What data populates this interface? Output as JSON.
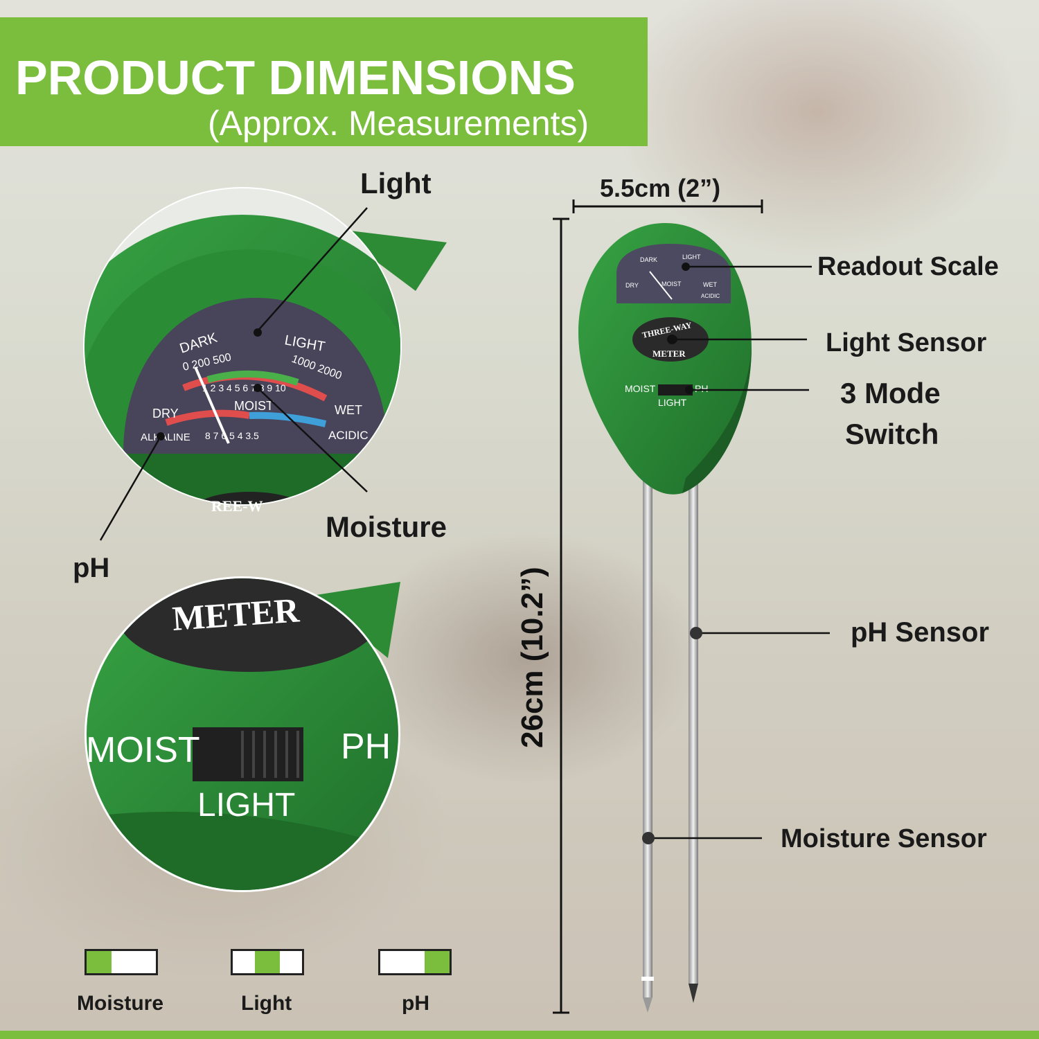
{
  "banner": {
    "title": "PRODUCT DIMENSIONS",
    "subtitle": "(Approx. Measurements)",
    "color": "#7bbd3c"
  },
  "callouts": {
    "light": "Light",
    "moisture": "Moisture",
    "ph": "pH",
    "readout_scale": "Readout Scale",
    "light_sensor": "Light Sensor",
    "mode_switch_line1": "3 Mode",
    "mode_switch_line2": "Switch",
    "ph_sensor": "pH Sensor",
    "moisture_sensor": "Moisture Sensor"
  },
  "dimensions": {
    "width": "5.5cm (2”)",
    "height": "26cm (10.2”)"
  },
  "dial": {
    "dark": "DARK",
    "light": "LIGHT",
    "light_scale": "0 200 500",
    "light_scale_hi": "1000 2000",
    "moist": "MOIST",
    "moist_scale": "1 2 3 4 5 6 7 8 9 10",
    "dry": "DRY",
    "wet": "WET",
    "alkaline": "ALKALINE",
    "acidic": "ACIDIC",
    "ph_scale": "8 7 6 5 4 3.5",
    "brand_fragment": "REE-W"
  },
  "switch_zoom": {
    "meter": "METER",
    "moist": "MOIST",
    "ph": "PH",
    "light": "LIGHT"
  },
  "device": {
    "brand_top": "THREE-WAY",
    "brand_bottom": "METER",
    "moist": "MOIST",
    "ph": "PH",
    "light": "LIGHT"
  },
  "legend": [
    {
      "label": "Moisture",
      "position": "left"
    },
    {
      "label": "Light",
      "position": "middle"
    },
    {
      "label": "pH",
      "position": "right"
    }
  ]
}
